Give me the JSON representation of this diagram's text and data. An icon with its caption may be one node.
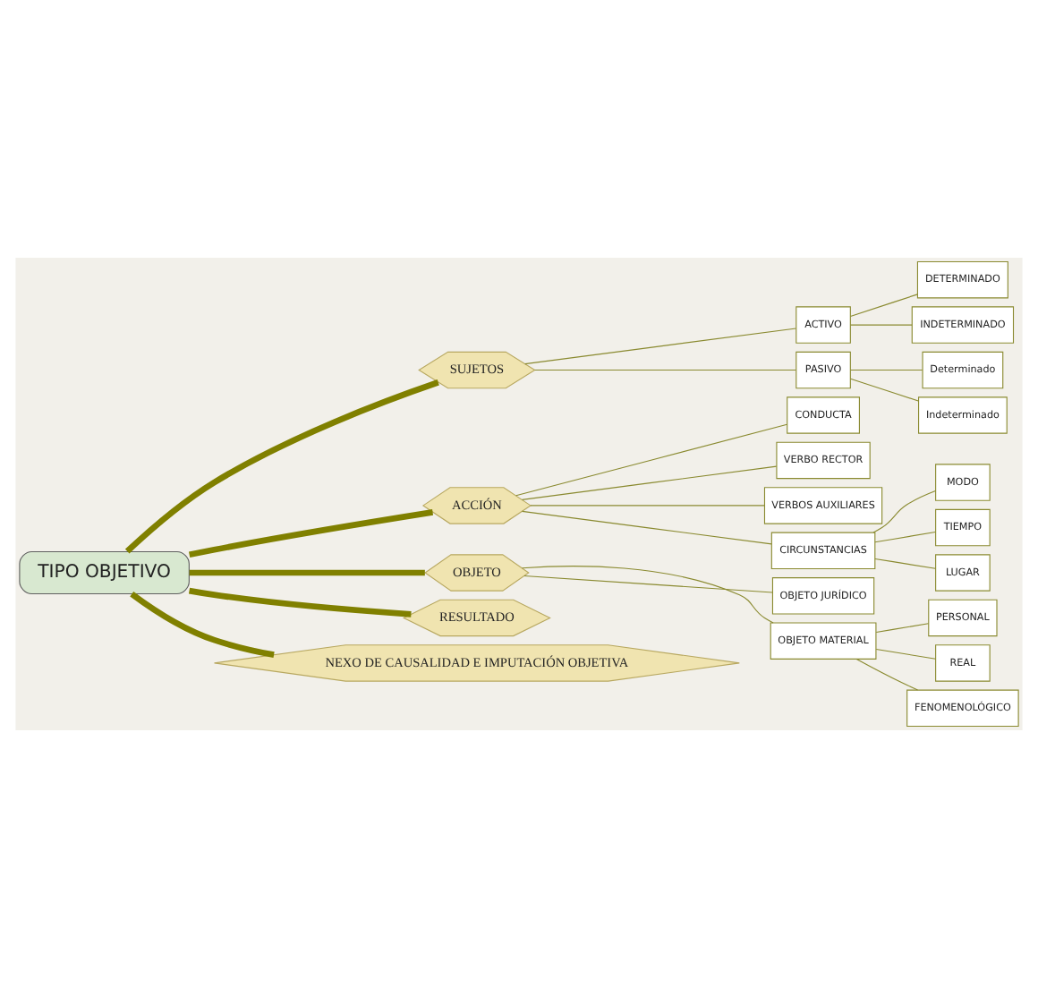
{
  "diagram": {
    "nodes": [
      {
        "text": [
          "TIPO OBJETIVO"
        ]
      },
      {
        "text": [
          "SUJETOS"
        ]
      },
      {
        "text": [
          "ACTIVO"
        ]
      },
      {
        "text": [
          "DETERMINADO"
        ]
      },
      {
        "text": [
          "INDETERMINADO"
        ]
      },
      {
        "text": [
          "PASIVO"
        ]
      },
      {
        "text": [
          "Determinado"
        ]
      },
      {
        "text": [
          "Indeterminado"
        ]
      },
      {
        "text": [
          "ACCIÓN"
        ]
      },
      {
        "text": [
          "CONDUCTA"
        ]
      },
      {
        "text": [
          "VERBO RECTOR"
        ]
      },
      {
        "text": [
          "VERBOS AUXILIARES"
        ]
      },
      {
        "text": [
          "CIRCUNSTANCIAS"
        ]
      },
      {
        "text": [
          "MODO"
        ]
      },
      {
        "text": [
          "TIEMPO"
        ]
      },
      {
        "text": [
          "LUGAR"
        ]
      },
      {
        "text": [
          "OBJETO"
        ]
      },
      {
        "text": [
          "OBJETO JURÍDICO"
        ]
      },
      {
        "text": [
          "OBJETO MATERIAL"
        ]
      },
      {
        "text": [
          "PERSONAL"
        ]
      },
      {
        "text": [
          "REAL"
        ]
      },
      {
        "text": [
          "FENOMENOLÓGICO"
        ]
      },
      {
        "text": [
          "RESULTADO"
        ]
      },
      {
        "text": [
          "NEXO DE CAUSALIDAD E IMPUTACIÓN OBJETIVA"
        ]
      }
    ],
    "edges": [
      {
        "from": 0,
        "to": 1,
        "arrow": "none",
        "style": "thick"
      },
      {
        "from": 1,
        "to": 2,
        "arrow": "none"
      },
      {
        "from": 2,
        "to": 3,
        "arrow": "none"
      },
      {
        "from": 2,
        "to": 4,
        "arrow": "none"
      },
      {
        "from": 1,
        "to": 5,
        "arrow": "none"
      },
      {
        "from": 5,
        "to": 6,
        "arrow": "none"
      },
      {
        "from": 5,
        "to": 7,
        "arrow": "none"
      },
      {
        "from": 0,
        "to": 8,
        "arrow": "none",
        "style": "thick"
      },
      {
        "from": 8,
        "to": 9,
        "arrow": "none"
      },
      {
        "from": 8,
        "to": 10,
        "arrow": "none"
      },
      {
        "from": 8,
        "to": 11,
        "arrow": "none"
      },
      {
        "from": 8,
        "to": 12,
        "arrow": "none"
      },
      {
        "from": 12,
        "to": 13,
        "arrow": "none"
      },
      {
        "from": 12,
        "to": 14,
        "arrow": "none"
      },
      {
        "from": 12,
        "to": 15,
        "arrow": "none"
      },
      {
        "from": 0,
        "to": 16,
        "arrow": "none",
        "style": "thick"
      },
      {
        "from": 16,
        "to": 17,
        "arrow": "none"
      },
      {
        "from": 16,
        "to": 18,
        "arrow": "none"
      },
      {
        "from": 18,
        "to": 19,
        "arrow": "none"
      },
      {
        "from": 18,
        "to": 20,
        "arrow": "none"
      },
      {
        "from": 18,
        "to": 21,
        "arrow": "none"
      },
      {
        "from": 0,
        "to": 22,
        "arrow": "none",
        "style": "thick"
      },
      {
        "from": 0,
        "to": 23,
        "arrow": "none",
        "style": "thick"
      }
    ]
  }
}
